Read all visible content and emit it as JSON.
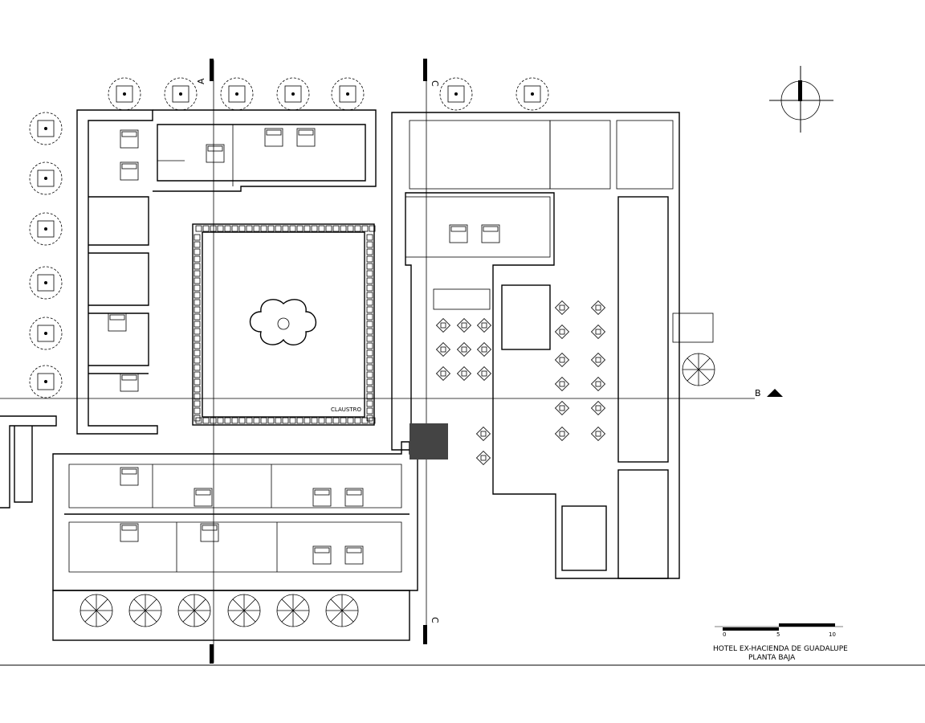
{
  "plan": {
    "title": "HOTEL EX-HACIENDA DE GUADALUPE",
    "subtitle": "PLANTA BAJA",
    "courtyard_label": "CLAUSTRO",
    "sections": {
      "a": "A",
      "c": "C",
      "b": "B"
    },
    "scale_ticks": [
      "0",
      "5",
      "10"
    ]
  }
}
